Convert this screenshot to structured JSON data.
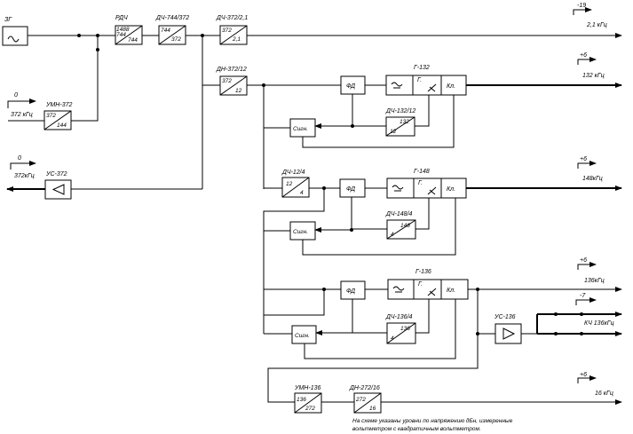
{
  "labels": {
    "zg": "ЗГ",
    "rdch": "РДЧ",
    "rdch_top": "1488",
    "rdch_mid": "744",
    "rdch_bot": "744",
    "dch744": "ДЧ-744/372",
    "dch744_top": "744",
    "dch744_bot": "372",
    "dch372_21": "ДЧ-372/2,1",
    "dch372_21_top": "372",
    "dch372_21_bot": "2,1",
    "out_21_level": "-19",
    "out_21_freq": "2,1 кГц",
    "dn372_12": "ДН-372/12",
    "dn372_12_top": "372",
    "dn372_12_bot": "12",
    "in_372_level": "0",
    "in_372_freq": "372 кГц",
    "umn372": "УМН-372",
    "umn372_top": "372",
    "umn372_bot": "144",
    "fd": "ФД",
    "g132": "Г-132",
    "g_label": "Г.",
    "kl_label": "Кл.",
    "out_132_level": "+6",
    "out_132_freq": "132 кГц",
    "dch132_12": "ДЧ-132/12",
    "dch132_top": "132",
    "dch132_bot": "12",
    "sign": "Сигн.",
    "out_372_level": "0",
    "out_372_freq": "372кГц",
    "us372": "УС-372",
    "dch12_4": "ДЧ-12/4",
    "dch12_4_top": "12",
    "dch12_4_bot": "4",
    "g148": "Г-148",
    "out_148_level": "+6",
    "out_148_freq": "148кГц",
    "dch148_4": "ДЧ-148/4",
    "dch148_top": "148",
    "dch148_bot": "4",
    "g136": "Г-136",
    "out_136_level": "+6",
    "out_136_freq": "136кГц",
    "out_kch_level": "-7",
    "out_kch_freq": "КЧ 136кГц",
    "us136": "УС-136",
    "dch136_4": "ДЧ-136/4",
    "dch136_top": "136",
    "dch136_bot": "4",
    "umn136": "УМН-136",
    "umn136_top": "136",
    "umn136_bot": "272",
    "dn272_16": "ДН-272/16",
    "dn272_top": "272",
    "dn272_bot": "16",
    "out_16_level": "+6",
    "out_16_freq": "16 кГц",
    "note_line1": "На схеме указаны уровни по напряжению дБн, измеренные",
    "note_line2": "вольтметром с квадратичным вольтметром."
  },
  "icons": {
    "sine": "sine-wave-icon",
    "amplifier": "triangle-amplifier-icon",
    "tunable": "tunable-arrow-icon",
    "filter": "filter-wave-icon"
  }
}
